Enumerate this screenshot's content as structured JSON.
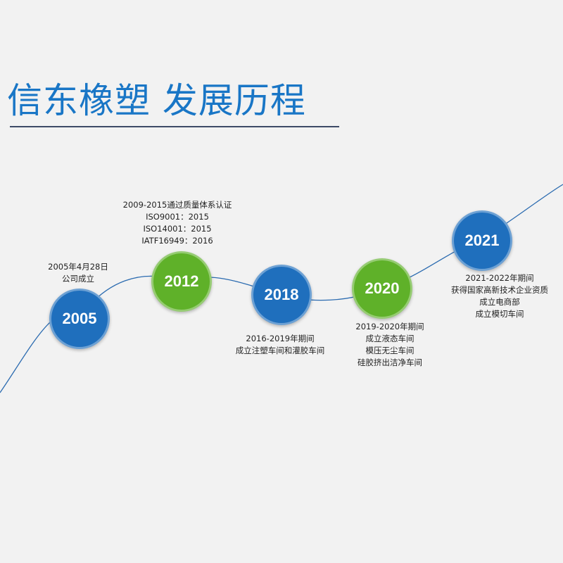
{
  "title": "信东橡塑 发展历程",
  "colors": {
    "background": "#f2f2f2",
    "title": "#1976c6",
    "curve": "#2b6bb0",
    "blue_node": "#1f6fbd",
    "green_node": "#5fb129"
  },
  "milestones": [
    {
      "year": "2005",
      "color": "blue",
      "lines": [
        "2005年4月28日",
        "公司成立"
      ]
    },
    {
      "year": "2012",
      "color": "green",
      "lines": [
        "2009-2015通过质量体系认证",
        "ISO9001：2015",
        "ISO14001：2015",
        "IATF16949：2016"
      ]
    },
    {
      "year": "2018",
      "color": "blue",
      "lines": [
        "2016-2019年期间",
        "成立注塑车间和灌胶车间"
      ]
    },
    {
      "year": "2020",
      "color": "green",
      "lines": [
        "2019-2020年期间",
        "成立液态车间",
        "模压无尘车间",
        "硅胶挤出洁净车间"
      ]
    },
    {
      "year": "2021",
      "color": "blue",
      "lines": [
        "2021-2022年期间",
        "获得国家高新技术企业资质",
        "成立电商部",
        "成立模切车间"
      ]
    }
  ]
}
